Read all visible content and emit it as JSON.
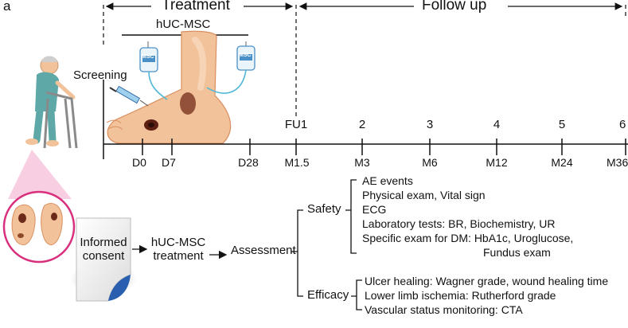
{
  "panel_label": "a",
  "phases": {
    "treatment": "Treatment",
    "follow_up": "Follow up"
  },
  "intervention_bar": "hUC-MSC",
  "bag_label": "MSC",
  "screening": "Screening",
  "timeline": {
    "top_labels": [
      "FU1",
      "2",
      "3",
      "4",
      "5",
      "6"
    ],
    "bottom_labels": [
      "D0",
      "D7",
      "D28",
      "M1.5",
      "M3",
      "M6",
      "M12",
      "M24",
      "M36"
    ]
  },
  "flow": {
    "consent": [
      "Informed",
      "consent"
    ],
    "treatment": [
      "hUC-MSC",
      "treatment"
    ],
    "assessment": "Assessment"
  },
  "safety": {
    "title": "Safety",
    "items": [
      "AE events",
      "Physical exam, Vital sign",
      "ECG",
      "Laboratory tests: BR, Biochemistry, UR",
      "Specific exam for DM: HbA1c, Uroglucose,",
      "Fundus exam"
    ]
  },
  "efficacy": {
    "title": "Efficacy",
    "items": [
      "Ulcer healing: Wagner grade, wound healing time",
      "Lower limb ischemia: Rutherford grade",
      "Vascular status monitoring: CTA"
    ]
  },
  "colors": {
    "skin": "#f2c29a",
    "skin_dark": "#d98f5f",
    "ulcer": "#6b2a1a",
    "bag": "#4a90c8",
    "pink": "#d9307e",
    "fold_blue": "#2a5fb0"
  }
}
